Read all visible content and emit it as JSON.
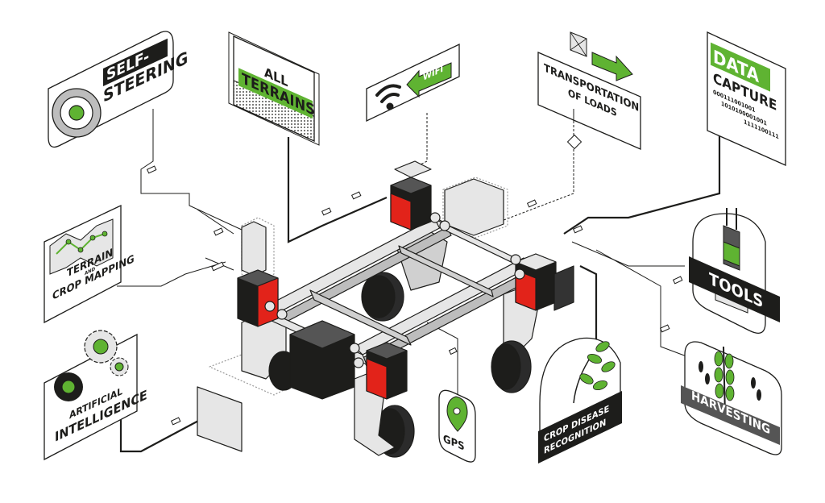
{
  "colors": {
    "accent_green": "#5fb332",
    "accent_red": "#e2231a",
    "ink": "#1d1d1b",
    "light_grey": "#e6e6e6",
    "mid_grey": "#bdbdbd",
    "dark_grey": "#555555"
  },
  "features": {
    "self_steering": {
      "line1": "SELF-",
      "line2": "STEERING",
      "icon": "steering-wheel-icon"
    },
    "all_terrains": {
      "line1": "ALL",
      "line2": "TERRAINS",
      "icon": "terrain-icon"
    },
    "wifi": {
      "label": "WIFI",
      "icon": "wifi-icon"
    },
    "transportation": {
      "line1": "TRANSPORTATION",
      "line2": "OF LOADS",
      "icon": "arrow-right-icon"
    },
    "data_capture": {
      "line1": "DATA",
      "line2": "CAPTURE",
      "binary": [
        "000111001001",
        "1010100001001",
        "1111100111"
      ]
    },
    "tools": {
      "label": "TOOLS",
      "icon": "tool-icon"
    },
    "terrain_mapping": {
      "line1": "TERRAIN",
      "line2": "AND",
      "line3": "CROP MAPPING",
      "icon": "map-icon"
    },
    "harvesting": {
      "label": "HARVESTING",
      "icon": "wheat-icon"
    },
    "artificial_intelligence": {
      "line1": "ARTIFICIAL",
      "line2": "INTELLIGENCE",
      "icon": "gears-icon"
    },
    "gps": {
      "label": "GPS",
      "icon": "location-pin-icon"
    },
    "crop_disease": {
      "line1": "CROP DISEASE",
      "line2": "RECOGNITION",
      "icon": "leaf-icon"
    }
  }
}
